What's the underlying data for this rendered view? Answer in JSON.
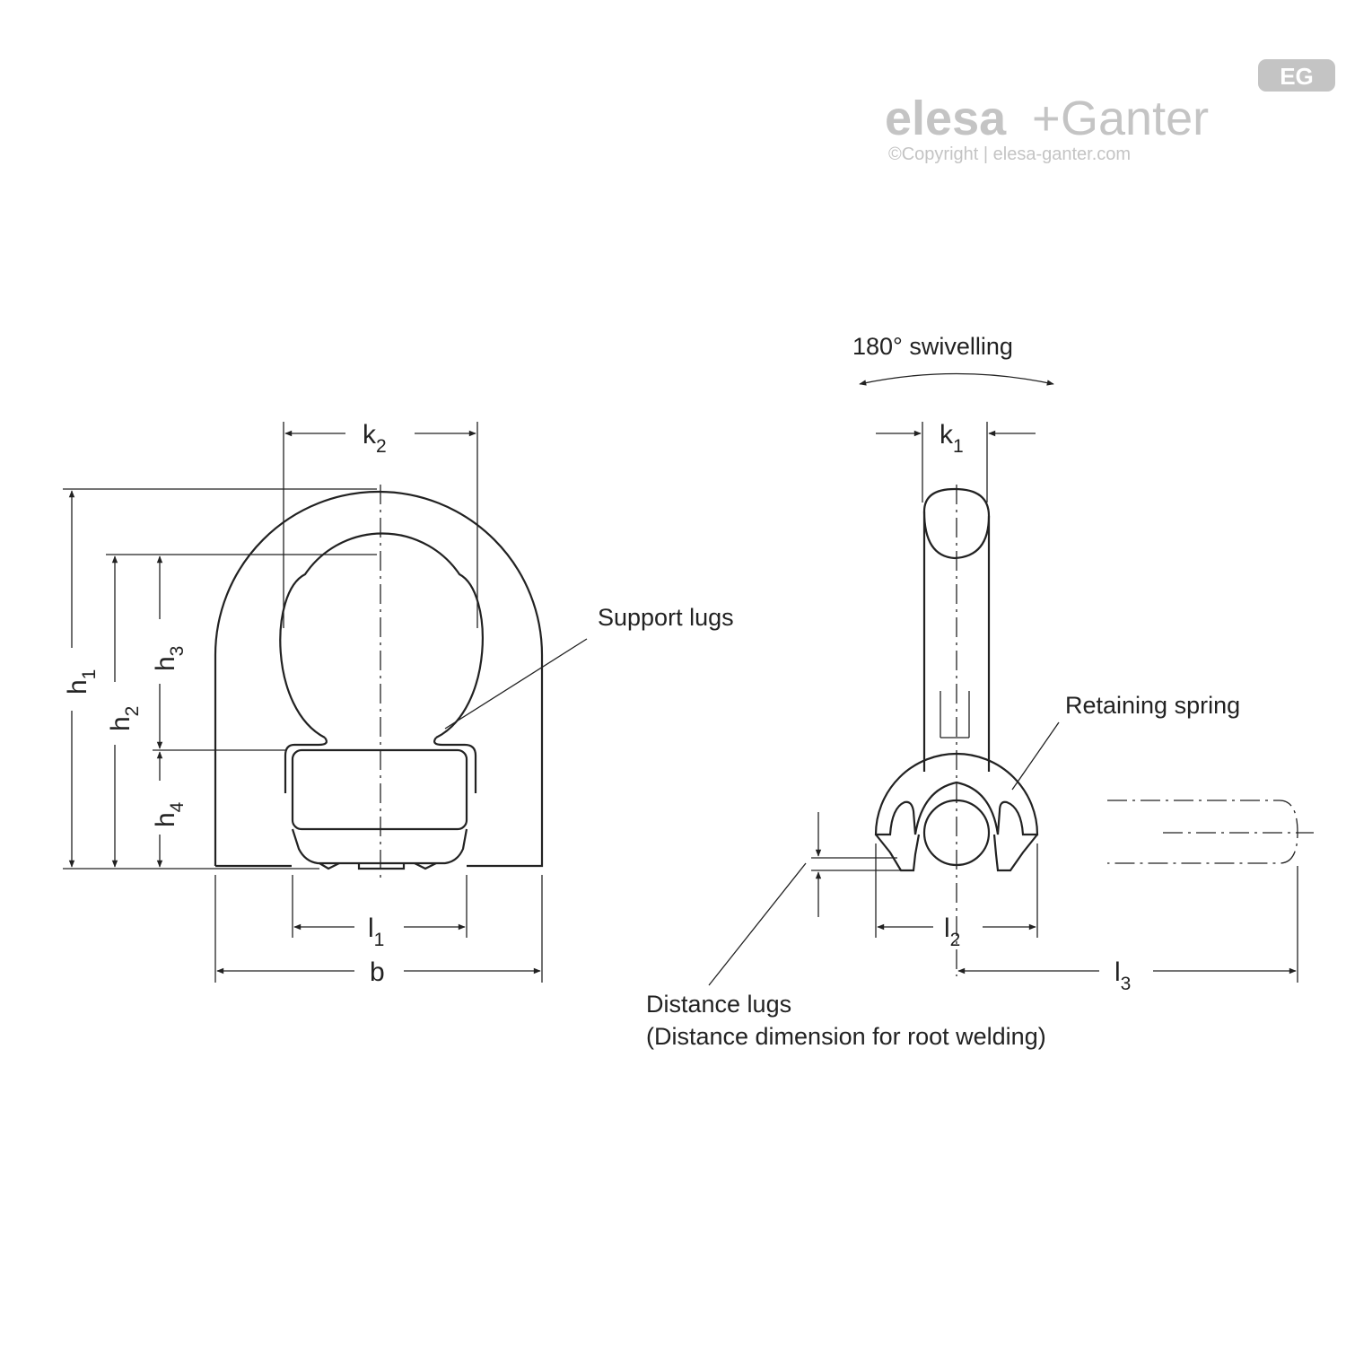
{
  "logo": {
    "badge": "EG",
    "brand_left": "elesa",
    "plus": "+",
    "brand_right": "Ganter",
    "copyright": "©Copyright | elesa-ganter.com"
  },
  "colors": {
    "line": "#222222",
    "logo": "#c4c4c4",
    "hatch": "#666666"
  },
  "dimensions": {
    "k2": {
      "base": "k",
      "sub": "2"
    },
    "k1": {
      "base": "k",
      "sub": "1"
    },
    "h1": {
      "base": "h",
      "sub": "1"
    },
    "h2": {
      "base": "h",
      "sub": "2"
    },
    "h3": {
      "base": "h",
      "sub": "3"
    },
    "h4": {
      "base": "h",
      "sub": "4"
    },
    "l1": {
      "base": "l",
      "sub": "1"
    },
    "l2": {
      "base": "l",
      "sub": "2"
    },
    "l3": {
      "base": "l",
      "sub": "3"
    },
    "b": "b"
  },
  "callouts": {
    "swivel": "180° swivelling",
    "support_lugs": "Support lugs",
    "retaining_spring": "Retaining spring",
    "distance_lugs": "Distance lugs",
    "distance_note": "(Distance dimension for root welding)"
  }
}
